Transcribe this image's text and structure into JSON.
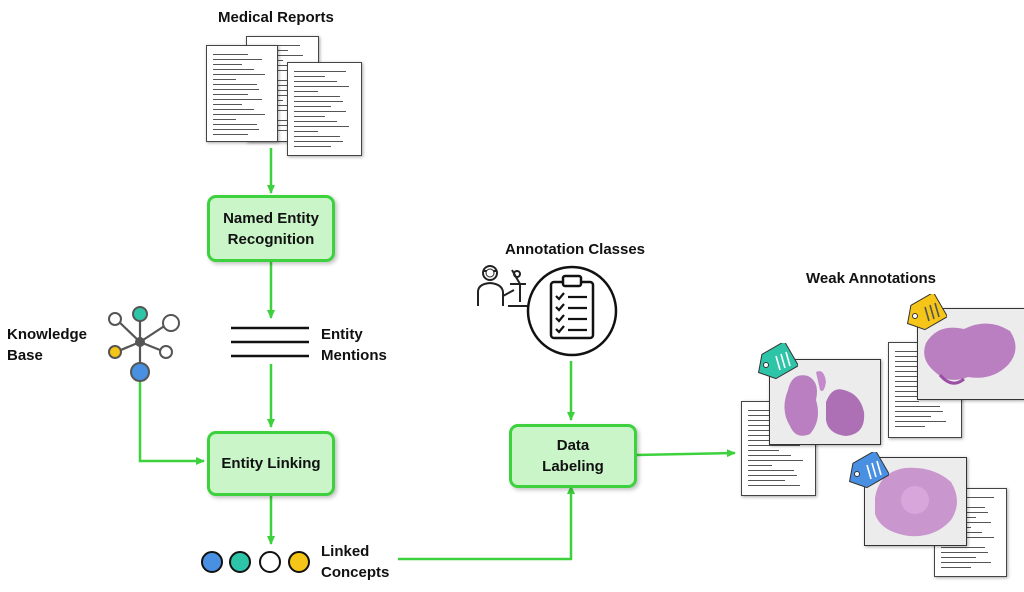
{
  "title": "Medical Reports",
  "nodes": {
    "ner": {
      "line1": "Named Entity",
      "line2": "Recognition"
    },
    "entity_linking": "Entity Linking",
    "data_labeling": {
      "line1": "Data",
      "line2": "Labeling"
    }
  },
  "labels": {
    "knowledge_base": {
      "line1": "Knowledge",
      "line2": "Base"
    },
    "entity_mentions": {
      "line1": "Entity",
      "line2": "Mentions"
    },
    "linked_concepts": {
      "line1": "Linked",
      "line2": "Concepts"
    },
    "annotation_classes": "Annotation Classes",
    "weak_annotations": "Weak Annotations"
  },
  "colors": {
    "arrow": "#3dd23d",
    "box_fill": "#c9f5c9",
    "concept_blue": "#4a90e2",
    "concept_teal": "#2ec4a8",
    "concept_white": "#ffffff",
    "concept_yellow": "#f5c518",
    "tag_teal": "#2ec4a8",
    "tag_yellow": "#f5c518",
    "tag_blue": "#4a90e2",
    "tissue": "#b06cb8"
  },
  "icons": [
    "knowledge-graph-icon",
    "doctor-microscope-icon",
    "clipboard-checklist-icon",
    "tag-icon"
  ]
}
